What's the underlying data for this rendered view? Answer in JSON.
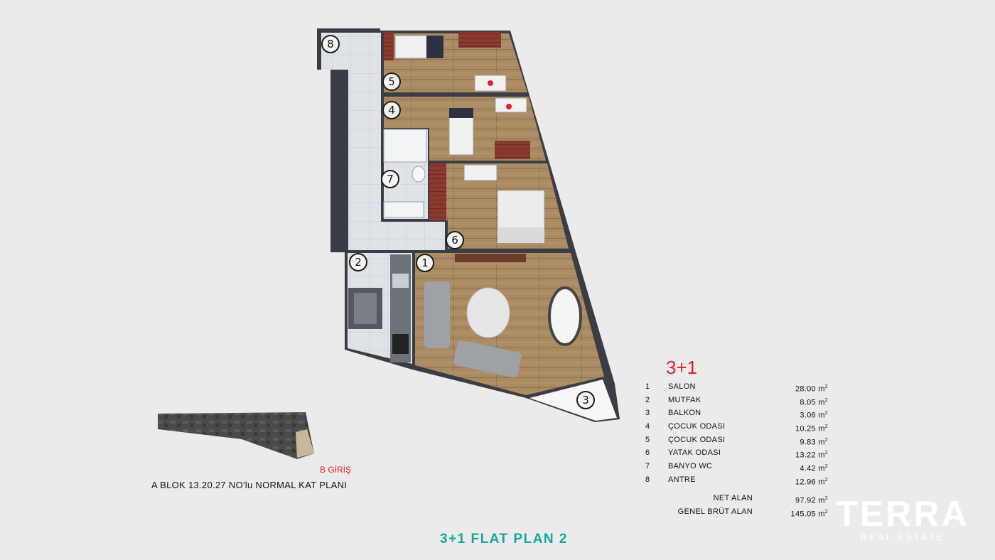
{
  "legend": {
    "title": "3+1",
    "rooms": [
      {
        "no": "1",
        "name": "SALON",
        "area": "28.00 m",
        "unit_sup": "2"
      },
      {
        "no": "2",
        "name": "MUTFAK",
        "area": "8.05 m",
        "unit_sup": "2"
      },
      {
        "no": "3",
        "name": "BALKON",
        "area": "3.06 m",
        "unit_sup": "2"
      },
      {
        "no": "4",
        "name": "ÇOCUK ODASI",
        "area": "10.25 m",
        "unit_sup": "2"
      },
      {
        "no": "5",
        "name": "ÇOCUK ODASI",
        "area": "9.83 m",
        "unit_sup": "2"
      },
      {
        "no": "6",
        "name": "YATAK ODASI",
        "area": "13.22 m",
        "unit_sup": "2"
      },
      {
        "no": "7",
        "name": "BANYO WC",
        "area": "4.42 m",
        "unit_sup": "2"
      },
      {
        "no": "8",
        "name": "ANTRE",
        "area": "12.96 m",
        "unit_sup": "2"
      }
    ],
    "totals": [
      {
        "label": "NET ALAN",
        "area": "97.92 m",
        "unit_sup": "2"
      },
      {
        "label": "GENEL BRÜT ALAN",
        "area": "145.05 m",
        "unit_sup": "2"
      }
    ]
  },
  "site": {
    "entrance_label": "B GİRİŞ",
    "caption": "A BLOK 13.20.27 NO'lu NORMAL KAT PLANI"
  },
  "title": "3+1 FLAT PLAN 2",
  "logo": {
    "word": "TERRA",
    "sub": "REAL ESTATE"
  },
  "colors": {
    "accent_red": "#e0202b",
    "title_teal": "#14a89b",
    "wall": "#3a3d44",
    "floor_wood": "#a98a62",
    "tile": "#dfe3e8"
  },
  "room_markers": [
    "1",
    "2",
    "3",
    "4",
    "5",
    "6",
    "7",
    "8"
  ]
}
